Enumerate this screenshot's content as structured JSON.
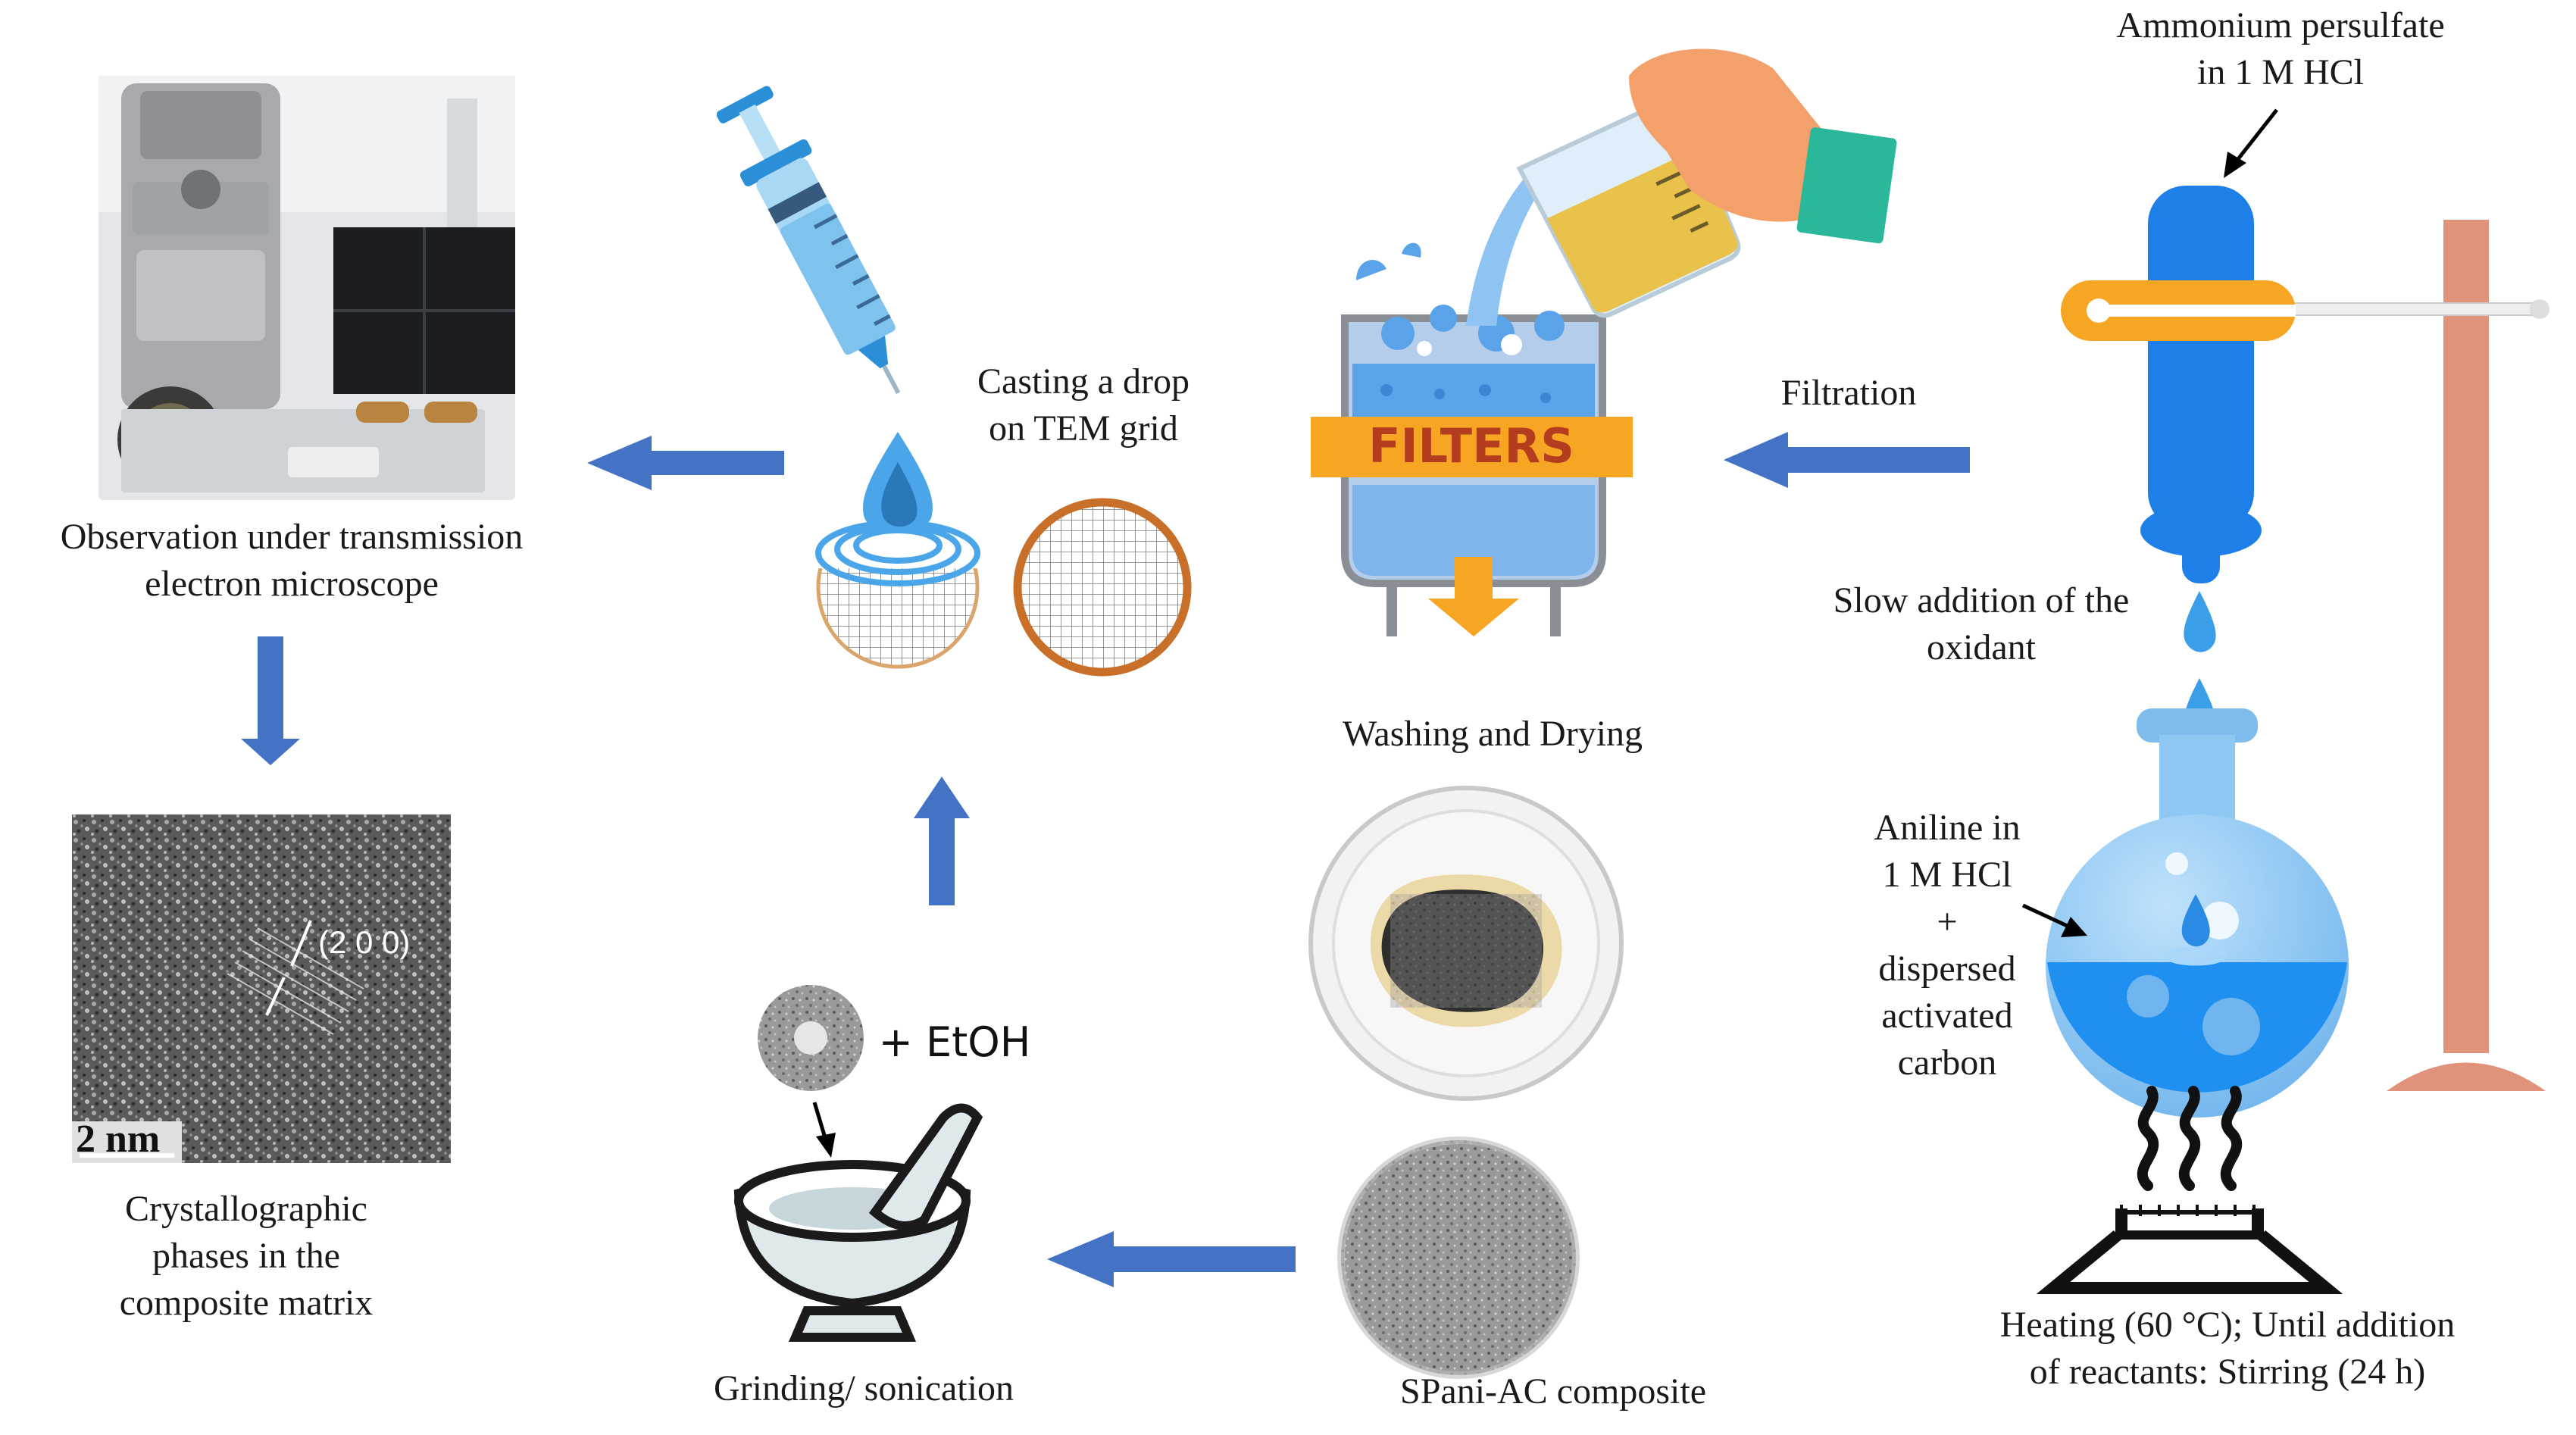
{
  "colors": {
    "arrow": "#4472c4",
    "copper": "#c8702a",
    "flask_light": "#8ec8f2",
    "flask_liquid": "#1f8ff0",
    "burette": "#1f7fe8",
    "stand": "#e0937a",
    "filter_band": "#f6a623",
    "funnel": "#b3cdea",
    "filter_liquid": "#5aa3e8",
    "beaker": "#e8c24a",
    "hand": "#f4a06a",
    "sleeve": "#2bb89a",
    "syringe": "#7ec3ee",
    "mortar": "#dfe9ec"
  },
  "labels": {
    "tem": [
      "Observation under transmission",
      "electron microscope"
    ],
    "crystal": [
      "Crystallographic",
      "phases in the",
      "composite matrix"
    ],
    "casting": [
      "Casting  a drop",
      "on TEM grid"
    ],
    "filtration": "Filtration",
    "washing": "Washing and Drying",
    "persulfate": [
      "Ammonium persulfate",
      "in 1 M HCl"
    ],
    "slow_addition": [
      "Slow addition of the",
      "oxidant"
    ],
    "aniline": [
      "Aniline in",
      "1 M HCl",
      "+",
      "dispersed",
      "activated",
      "carbon"
    ],
    "heating": [
      "Heating  (60 °C); Until  addition",
      "of reactants:  Stirring  (24 h)"
    ],
    "grinding": "Grinding/  sonication",
    "spani": "SPani-AC composite",
    "etoh": "+ EtOH"
  },
  "filter_text": "FILTERS",
  "hrtem": {
    "plane": "(2 0 0)",
    "scale_bar": "2 nm"
  }
}
